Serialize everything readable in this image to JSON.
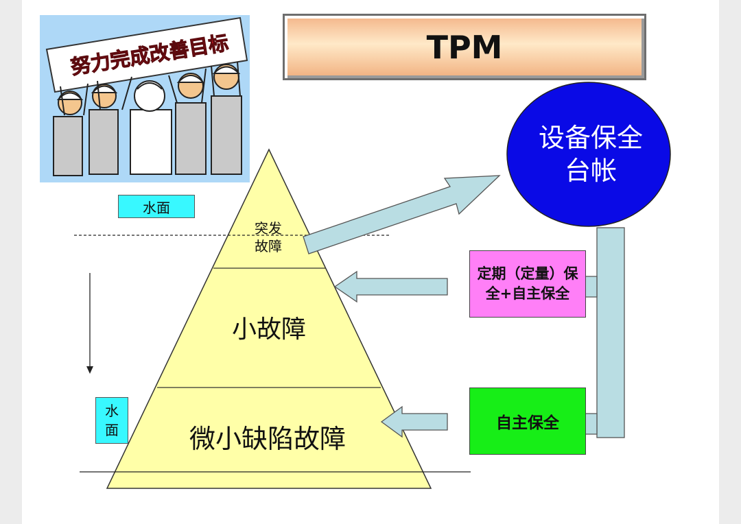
{
  "title": "TPM",
  "picture": {
    "banner_text": "努力完成改善目标"
  },
  "equipment_ledger": "设备保全台帐",
  "periodic_maintenance": "定期（定量）保全+自主保全",
  "autonomous_maintenance": "自主保全",
  "water_surface_top": "水面",
  "water_surface_bottom": "水面",
  "pyramid": {
    "top": "突发故障",
    "middle": "小故障",
    "bottom": "微小缺陷故障"
  },
  "colors": {
    "pyramid_fill": "#ffffa8",
    "ledger_circle": "#0a0ae6",
    "periodic_box": "#ff7ff7",
    "autonomous_box": "#17ee17",
    "water_box": "#38f8ff",
    "arrow_fill": "#b9dde3"
  }
}
